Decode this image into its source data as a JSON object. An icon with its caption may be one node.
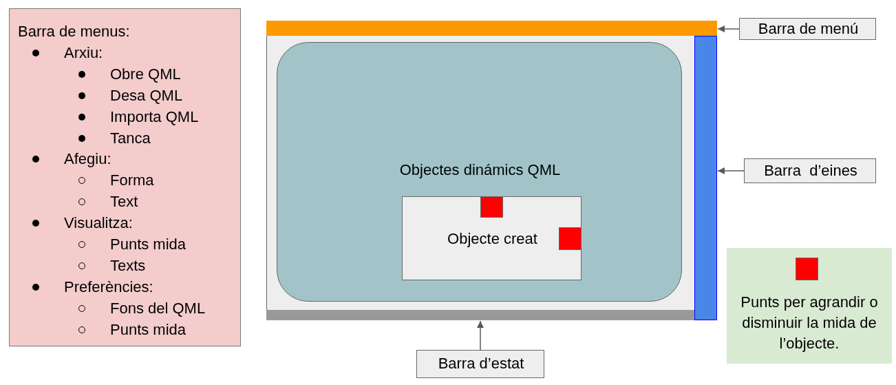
{
  "diagram": {
    "nodes": [
      {
        "text": [
          "Barra de menus:",
          "Arxiu:",
          "Obre QML",
          "Desa QML",
          "Importa QML",
          "Tanca",
          "Afegiu:",
          "Forma",
          "Text",
          "Visualitza:",
          "Punts mida",
          "Texts",
          "Preferències:",
          "Fons del QML",
          "Punts mida"
        ]
      },
      {
        "text": [],
        "shape": "box"
      },
      {
        "text": [],
        "shape": "bar",
        "in": 1
      },
      {
        "text": [],
        "shape": "bar",
        "in": 1
      },
      {
        "text": [],
        "shape": "bar",
        "in": 1
      },
      {
        "text": [
          "Objectes dinámics QML"
        ],
        "in": 1
      },
      {
        "text": [
          "Objecte creat"
        ],
        "in": 5
      },
      {
        "text": [],
        "shape": "box",
        "in": 6
      },
      {
        "text": [],
        "shape": "box",
        "in": 6
      },
      {
        "text": [
          "Barra de menú"
        ]
      },
      {
        "text": [
          "Barra  d’eines"
        ]
      },
      {
        "text": [
          "Barra d’estat"
        ]
      },
      {
        "text": [
          "Punts per agrandir o disminuir la mida de l’objecte."
        ]
      },
      {
        "text": [],
        "shape": "box",
        "in": 12
      }
    ],
    "edges": [
      {
        "from": 9,
        "to": 2,
        "arrow": "to"
      },
      {
        "from": 10,
        "to": 3,
        "arrow": "to"
      },
      {
        "from": 11,
        "to": 4,
        "arrow": "to"
      }
    ]
  }
}
